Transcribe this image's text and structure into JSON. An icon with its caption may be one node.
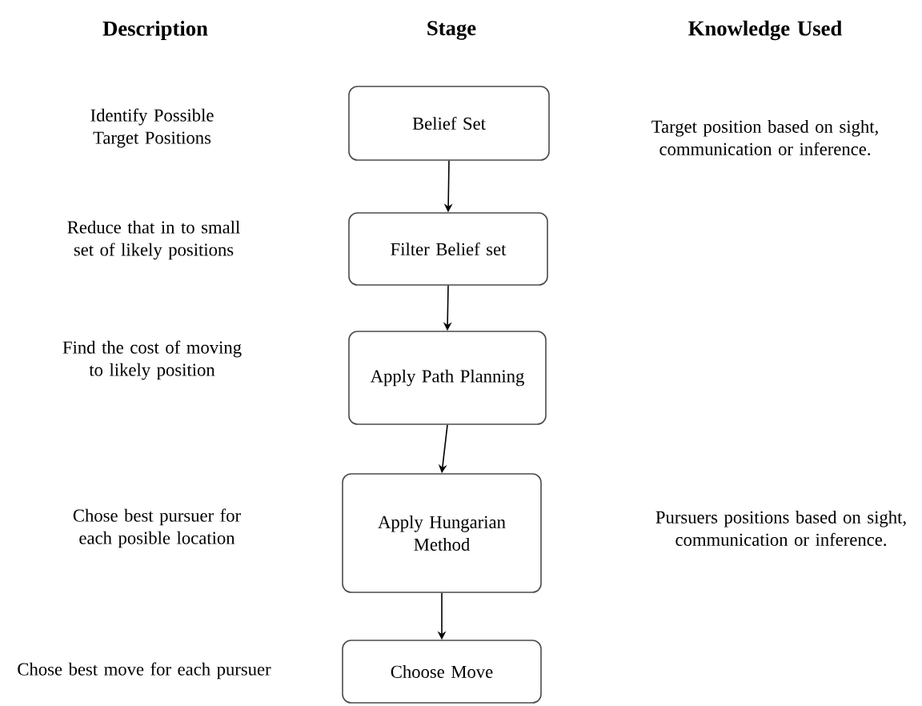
{
  "diagram": {
    "nodes": [
      {
        "text": [
          "Belief Set"
        ]
      },
      {
        "text": [
          "Filter Belief set"
        ]
      },
      {
        "text": [
          "Apply Path Planning"
        ]
      },
      {
        "text": [
          "Apply Hungarian Method"
        ]
      },
      {
        "text": [
          "Choose Move"
        ]
      }
    ],
    "edges": [
      {
        "from": 0,
        "to": 1,
        "arrow": "to"
      },
      {
        "from": 1,
        "to": 2,
        "arrow": "to"
      },
      {
        "from": 2,
        "to": 3,
        "arrow": "to"
      },
      {
        "from": 3,
        "to": 4,
        "arrow": "to"
      }
    ],
    "labels": [
      "Description",
      "Stage",
      "Knowledge Used",
      "Identify Possible Target Positions",
      "Target position based on sight, communication or inference.",
      "Reduce that in to small set of likely positions",
      "Find the cost of moving to likely position",
      "Chose best pursuer for each posible location",
      "Pursuers positions based on sight, communication or inference.",
      "Chose best move for each pursuer"
    ]
  }
}
